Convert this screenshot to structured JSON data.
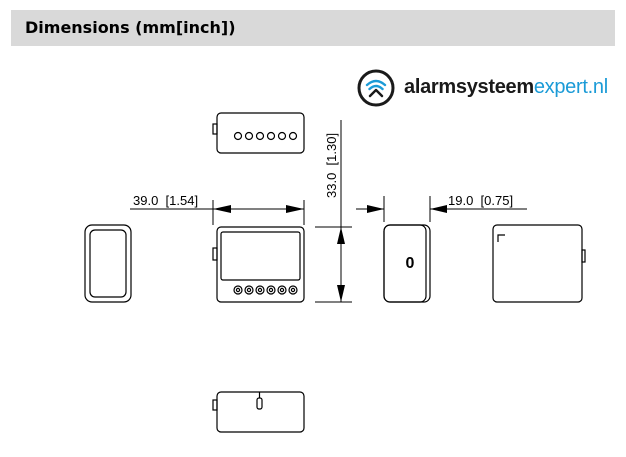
{
  "header": {
    "title": "Dimensions (mm[inch])"
  },
  "logo": {
    "bold_part": "alarmsysteem",
    "light_part": "expert.nl",
    "icon": "wifi-house-icon",
    "accent": "#1b9bd7"
  },
  "dimensions": {
    "width": "39.0  [1.54]",
    "height": "33.0  [1.30]",
    "depth": "19.0  [0.75]"
  },
  "side_view_marker": "0"
}
